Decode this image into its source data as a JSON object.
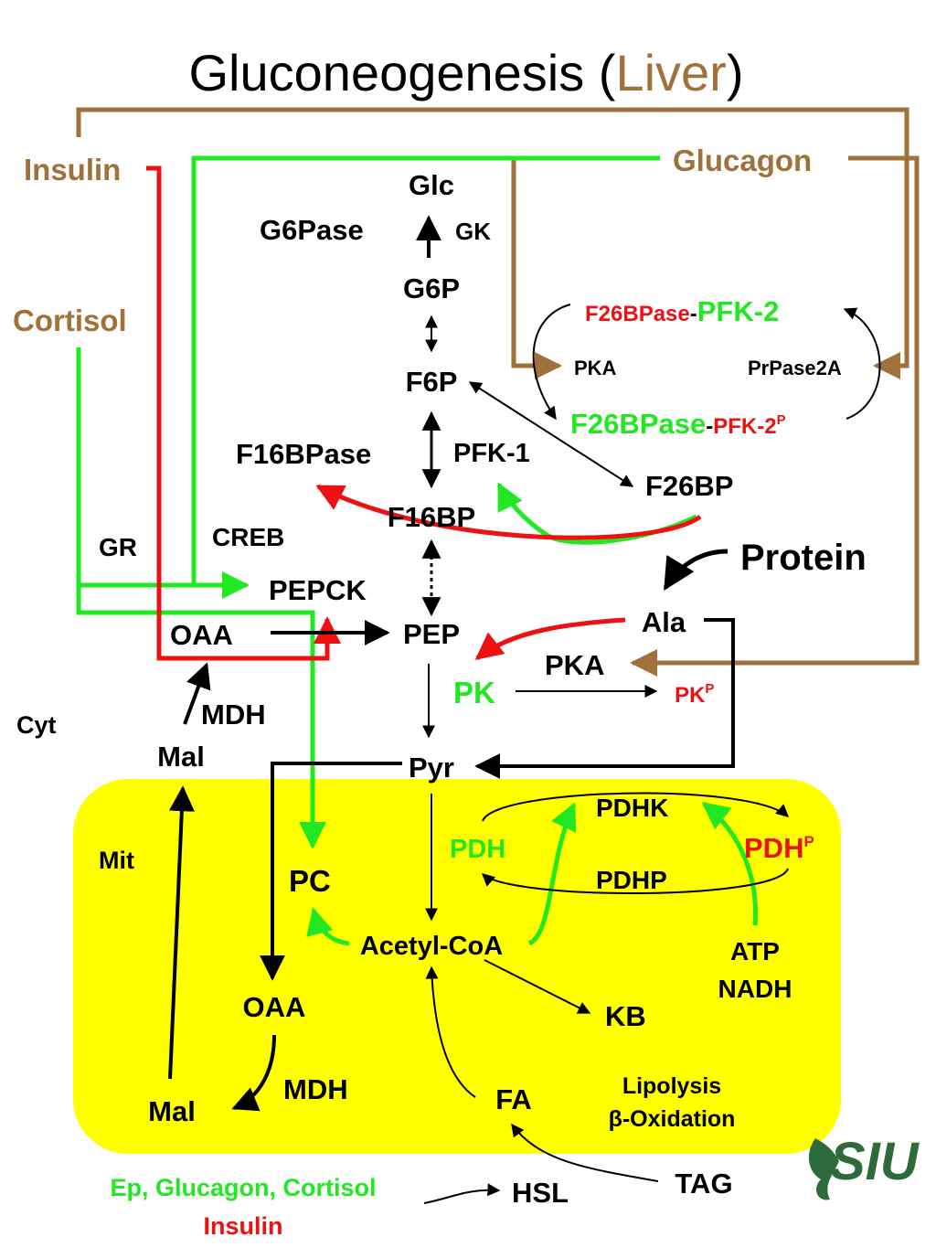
{
  "title": {
    "main": "Gluconeogenesis (",
    "highlight": "Liver",
    "close": ")"
  },
  "colors": {
    "brown": "#A0713A",
    "green": "#22E822",
    "red": "#EE1111",
    "black": "#000000",
    "mito": "#FFFF00",
    "siu": "#2E6B3A"
  },
  "hormones": {
    "insulin": "Insulin",
    "cortisol": "Cortisol",
    "glucagon": "Glucagon"
  },
  "cytosol": {
    "glc": "Glc",
    "g6pase": "G6Pase",
    "gk": "GK",
    "g6p": "G6P",
    "f6p": "F6P",
    "f16bpase": "F16BPase",
    "pfk1": "PFK-1",
    "f16bp": "F16BP",
    "gr": "GR",
    "creb": "CREB",
    "pepck": "PEPCK",
    "oaa": "OAA",
    "pep": "PEP",
    "cyt": "Cyt",
    "mdh": "MDH",
    "mal": "Mal",
    "pyr": "Pyr",
    "pk": "PK",
    "pka": "PKA",
    "pkp": "PK",
    "pkp_sup": "P",
    "ala": "Ala",
    "protein": "Protein"
  },
  "bifunctional": {
    "f26bpase_red": "F26BPase",
    "dash": "-",
    "pfk2_green": "PFK-2",
    "pka": "PKA",
    "prpase2a": "PrPase2A",
    "f26bpase_green": "F26BPase",
    "dash2": "-",
    "pfk2_red": "PFK-2",
    "pfk2_sup": "P",
    "f26bp": "F26BP"
  },
  "mitochondria": {
    "mit": "Mit",
    "pdh": "PDH",
    "pdhk": "PDHK",
    "pdhp_red": "PDH",
    "pdhp_sup": "P",
    "pdhp": "PDHP",
    "pc": "PC",
    "acetyl_coa": "Acetyl-CoA",
    "atp": "ATP",
    "nadh": "NADH",
    "oaa": "OAA",
    "kb": "KB",
    "mdh": "MDH",
    "mal": "Mal",
    "fa": "FA",
    "lipolysis": "Lipolysis",
    "beta_oxidation": "β-Oxidation"
  },
  "bottom": {
    "activators": "Ep, Glucagon, Cortisol",
    "inhibitor": "Insulin",
    "hsl": "HSL",
    "tag": "TAG"
  },
  "logo": {
    "text": "SIU"
  }
}
